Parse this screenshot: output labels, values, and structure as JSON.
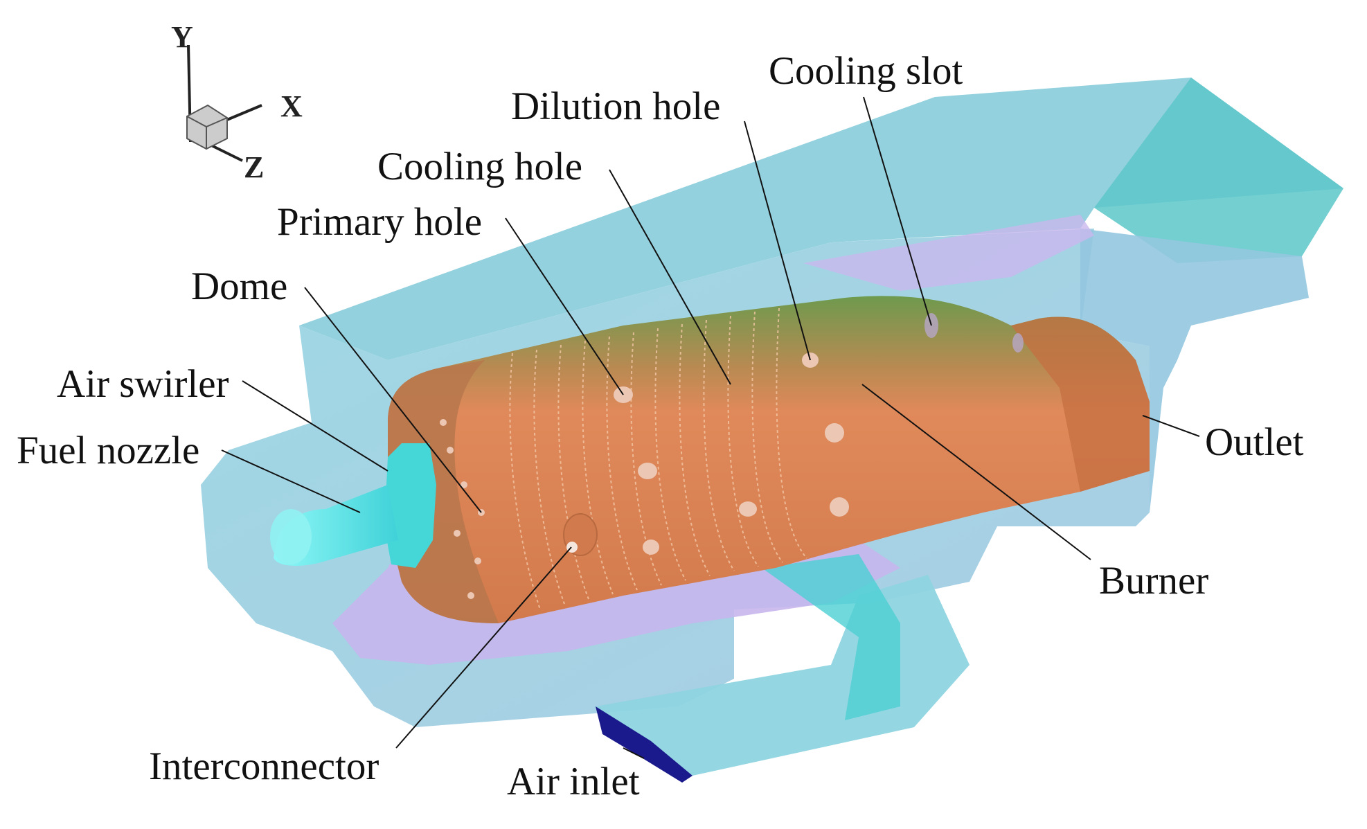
{
  "labels": {
    "cooling_slot": "Cooling slot",
    "dilution_hole": "Dilution hole",
    "cooling_hole": "Cooling hole",
    "primary_hole": "Primary hole",
    "dome": "Dome",
    "air_swirler": "Air swirler",
    "fuel_nozzle": "Fuel nozzle",
    "outlet": "Outlet",
    "burner": "Burner",
    "interconnector": "Interconnector",
    "air_inlet": "Air inlet"
  },
  "axes": {
    "y": "Y",
    "x": "X",
    "z": "Z"
  },
  "colors": {
    "casing": "#9fd3e0",
    "casing_top": "#8fd0da",
    "casing_edge": "#7cc4d0",
    "liner_inner": "#c9b8ee",
    "burner": "#e0895a",
    "burner_dark": "#c97446",
    "dome_green": "#7e9a55",
    "swirler": "#45d7d7",
    "nozzle": "#7ff0f0",
    "inlet_face": "#1a1a8c",
    "hole": "#e9c4b0"
  }
}
